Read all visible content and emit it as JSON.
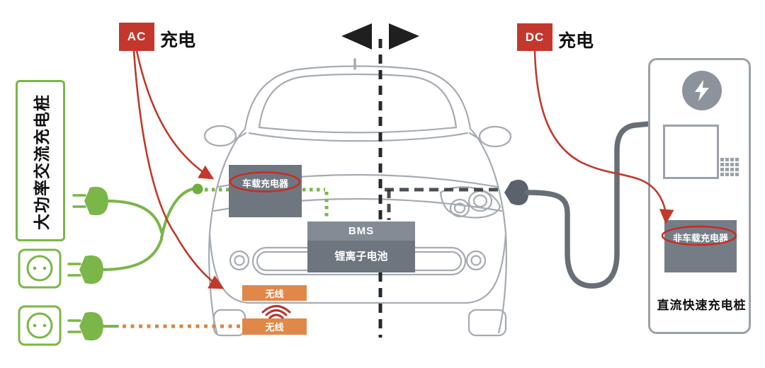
{
  "ac_side": {
    "chip": "AC",
    "charging_label": "充电",
    "pile_label": "大功率交流充电桩"
  },
  "dc_side": {
    "chip": "DC",
    "charging_label": "充电",
    "offboard_charger_label": "非车载充电器",
    "station_label": "直流快速充电桩"
  },
  "vehicle": {
    "onboard_charger_label": "车载充电器",
    "bms_label": "BMS",
    "battery_label": "锂离子电池",
    "wireless_top_label": "无线",
    "wireless_bottom_label": "无线"
  },
  "icons": {
    "lightning": "lightning-icon",
    "outlet": "outlet-icon",
    "plug": "plug-icon",
    "wireless_signal": "wifi-signal-icon",
    "split_arrows": "left-and-right-triangle-icons"
  },
  "colors": {
    "accent_red": "#c4372c",
    "accent_green": "#7ab648",
    "accent_orange": "#e08848",
    "component_gray": "#6e7680",
    "outline_gray": "#a6abb2",
    "cable_gray": "#676e76"
  }
}
